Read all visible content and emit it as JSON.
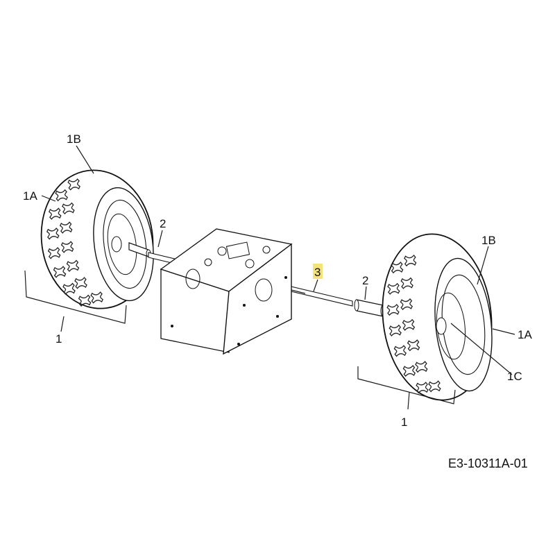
{
  "labels": {
    "left_1B": "1B",
    "left_1A": "1A",
    "left_2": "2",
    "left_1": "1",
    "axle_3": "3",
    "right_2": "2",
    "right_1B": "1B",
    "right_1A": "1A",
    "right_1C": "1C",
    "right_1": "1"
  },
  "drawing_code": "E3-10311A-01",
  "colors": {
    "highlight": "#f4e27a",
    "line": "#1a1a1a"
  }
}
